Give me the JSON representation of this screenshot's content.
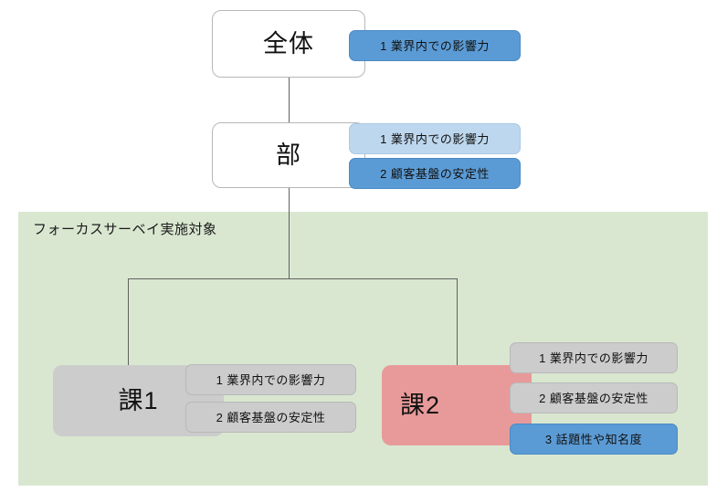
{
  "diagram": {
    "type": "organization-hierarchy-with-ranked-metrics",
    "scope": {
      "label": "フォーカスサーベイ実施対象",
      "fill_color": "#D9E7D0"
    },
    "colors": {
      "badge_blue": "#5B9BD5",
      "badge_light_blue": "#BDD7EE",
      "badge_gray": "#CCCCCC",
      "node_gray": "#CCCCCC",
      "node_pink": "#E89A9A",
      "node_white": "#FFFFFF",
      "connector": "#616161"
    },
    "nodes": [
      {
        "id": "root",
        "label": "全体",
        "level": 0,
        "style": "white",
        "badges": [
          {
            "rank": "1",
            "text": "1 業界内での影響力",
            "style": "blue"
          }
        ]
      },
      {
        "id": "division",
        "label": "部",
        "level": 1,
        "style": "white",
        "badges": [
          {
            "rank": "1",
            "text": "1 業界内での影響力",
            "style": "light-blue"
          },
          {
            "rank": "2",
            "text": "2 顧客基盤の安定性",
            "style": "blue"
          }
        ]
      },
      {
        "id": "section-1",
        "label": "課1",
        "level": 2,
        "style": "gray",
        "badges": [
          {
            "rank": "1",
            "text": "1 業界内での影響力",
            "style": "gray"
          },
          {
            "rank": "2",
            "text": "2 顧客基盤の安定性",
            "style": "gray"
          }
        ]
      },
      {
        "id": "section-2",
        "label": "課2",
        "level": 2,
        "style": "pink",
        "badges": [
          {
            "rank": "1",
            "text": "1 業界内での影響力",
            "style": "gray"
          },
          {
            "rank": "2",
            "text": "2 顧客基盤の安定性",
            "style": "gray"
          },
          {
            "rank": "3",
            "text": "3 話題性や知名度",
            "style": "blue"
          }
        ]
      }
    ]
  }
}
